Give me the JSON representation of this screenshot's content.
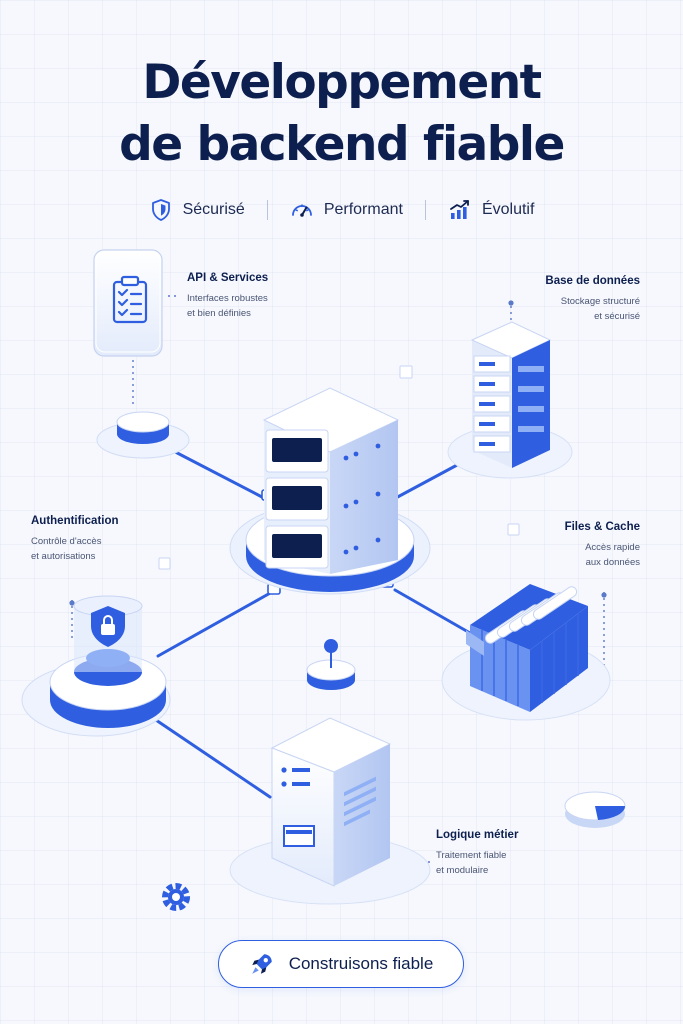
{
  "title_lines": [
    "Développement",
    "de backend fiable"
  ],
  "badges": [
    {
      "label": "Sécurisé",
      "icon": "shield-icon"
    },
    {
      "label": "Performant",
      "icon": "speedometer-icon"
    },
    {
      "label": "Évolutif",
      "icon": "growth-chart-icon"
    }
  ],
  "nodes": {
    "api": {
      "title": "API & Services",
      "desc": [
        "Interfaces robustes",
        "et bien définies"
      ],
      "icon": "clipboard-checklist-icon"
    },
    "db": {
      "title": "Base de données",
      "desc": [
        "Stockage structuré",
        "et sécurisé"
      ],
      "icon": "server-rack-icon"
    },
    "auth": {
      "title": "Authentification",
      "desc": [
        "Contrôle d'accès",
        "et autorisations"
      ],
      "icon": "shield-lock-icon"
    },
    "cache": {
      "title": "Files & Cache",
      "desc": [
        "Accès rapide",
        "aux données"
      ],
      "icon": "storage-crate-icon"
    },
    "logic": {
      "title": "Logique métier",
      "desc": [
        "Traitement fiable",
        "et modulaire"
      ],
      "icon": "server-box-icon"
    }
  },
  "cta": {
    "label": "Construisons fiable",
    "icon": "rocket-icon"
  },
  "colors": {
    "primary": "#2f5fe0",
    "navy": "#0d1f4f",
    "background": "#f6f8fd",
    "light_blue": "#dbe6fb"
  }
}
